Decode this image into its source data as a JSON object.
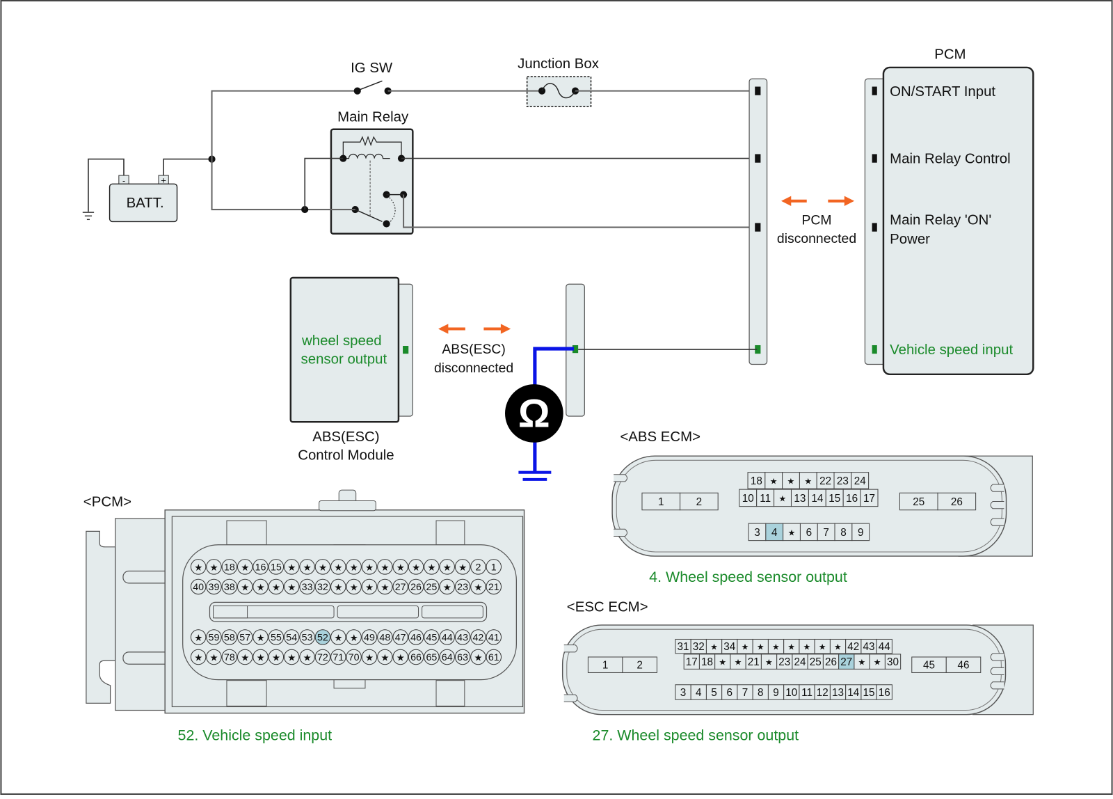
{
  "circuit": {
    "ig_sw_label": "IG SW",
    "junction_box_label": "Junction Box",
    "main_relay_label": "Main Relay",
    "battery_label": "BATT.",
    "battery_neg": "-",
    "battery_pos": "+",
    "pcm_title": "PCM",
    "pcm_pins": [
      {
        "label": "ON/START Input",
        "color": "#111111"
      },
      {
        "label": "Main Relay Control",
        "color": "#111111"
      },
      {
        "label": "Main Relay 'ON'",
        "label2": "Power",
        "color": "#111111"
      },
      {
        "label": "Vehicle speed input",
        "color": "#1a8a2a"
      }
    ],
    "pcm_disconnected": [
      "PCM",
      "disconnected"
    ],
    "abs_module_text": [
      "wheel speed",
      "sensor output"
    ],
    "abs_module_caption": [
      "ABS(ESC)",
      "Control Module"
    ],
    "abs_disconnected": [
      "ABS(ESC)",
      "disconnected"
    ],
    "ohmmeter_symbol": "Ω",
    "colors": {
      "arrow": "#f26522",
      "meter_lead": "#0a14e6",
      "highlight_text": "#1a8a2a",
      "highlight_pin": "#a9d2dc",
      "panel_fill": "#e4ebec"
    }
  },
  "pcm_connector": {
    "title": "<PCM>",
    "rows": [
      [
        "*",
        "*",
        "18",
        "*",
        "16",
        "15",
        "*",
        "*",
        "*",
        "*",
        "*",
        "*",
        "*",
        "*",
        "*",
        "*",
        "*",
        "*",
        "2",
        "1"
      ],
      [
        "40",
        "39",
        "38",
        "*",
        "*",
        "*",
        "*",
        "33",
        "32",
        "*",
        "*",
        "*",
        "*",
        "27",
        "26",
        "25",
        "*",
        "23",
        "*",
        "21"
      ],
      [
        "*",
        "59",
        "58",
        "57",
        "*",
        "55",
        "54",
        "53",
        "52",
        "*",
        "*",
        "49",
        "48",
        "47",
        "46",
        "45",
        "44",
        "43",
        "42",
        "41"
      ],
      [
        "*",
        "*",
        "78",
        "*",
        "*",
        "*",
        "*",
        "*",
        "72",
        "71",
        "70",
        "*",
        "*",
        "*",
        "66",
        "65",
        "64",
        "63",
        "*",
        "61"
      ]
    ],
    "highlight": "52",
    "caption": "52. Vehicle speed input"
  },
  "abs_ecm": {
    "title": "<ABS ECM>",
    "left_block": [
      "1",
      "2"
    ],
    "right_block": [
      "25",
      "26"
    ],
    "top_row": [
      "18",
      "*",
      "*",
      "*",
      "22",
      "23",
      "24"
    ],
    "mid_row": [
      "10",
      "11",
      "*",
      "13",
      "14",
      "15",
      "16",
      "17"
    ],
    "bottom_row": [
      "3",
      "4",
      "*",
      "6",
      "7",
      "8",
      "9"
    ],
    "highlight": "4",
    "caption": "4. Wheel speed sensor output"
  },
  "esc_ecm": {
    "title": "<ESC ECM>",
    "left_block": [
      "1",
      "2"
    ],
    "right_block": [
      "45",
      "46"
    ],
    "top_row": [
      "31",
      "32",
      "*",
      "34",
      "*",
      "*",
      "*",
      "*",
      "*",
      "*",
      "*",
      "42",
      "43",
      "44"
    ],
    "mid_row": [
      "17",
      "18",
      "*",
      "*",
      "21",
      "*",
      "23",
      "24",
      "25",
      "26",
      "27",
      "*",
      "*",
      "30"
    ],
    "bottom_row": [
      "3",
      "4",
      "5",
      "6",
      "7",
      "8",
      "9",
      "10",
      "11",
      "12",
      "13",
      "14",
      "15",
      "16"
    ],
    "highlight": "27",
    "caption": "27. Wheel speed sensor output"
  }
}
